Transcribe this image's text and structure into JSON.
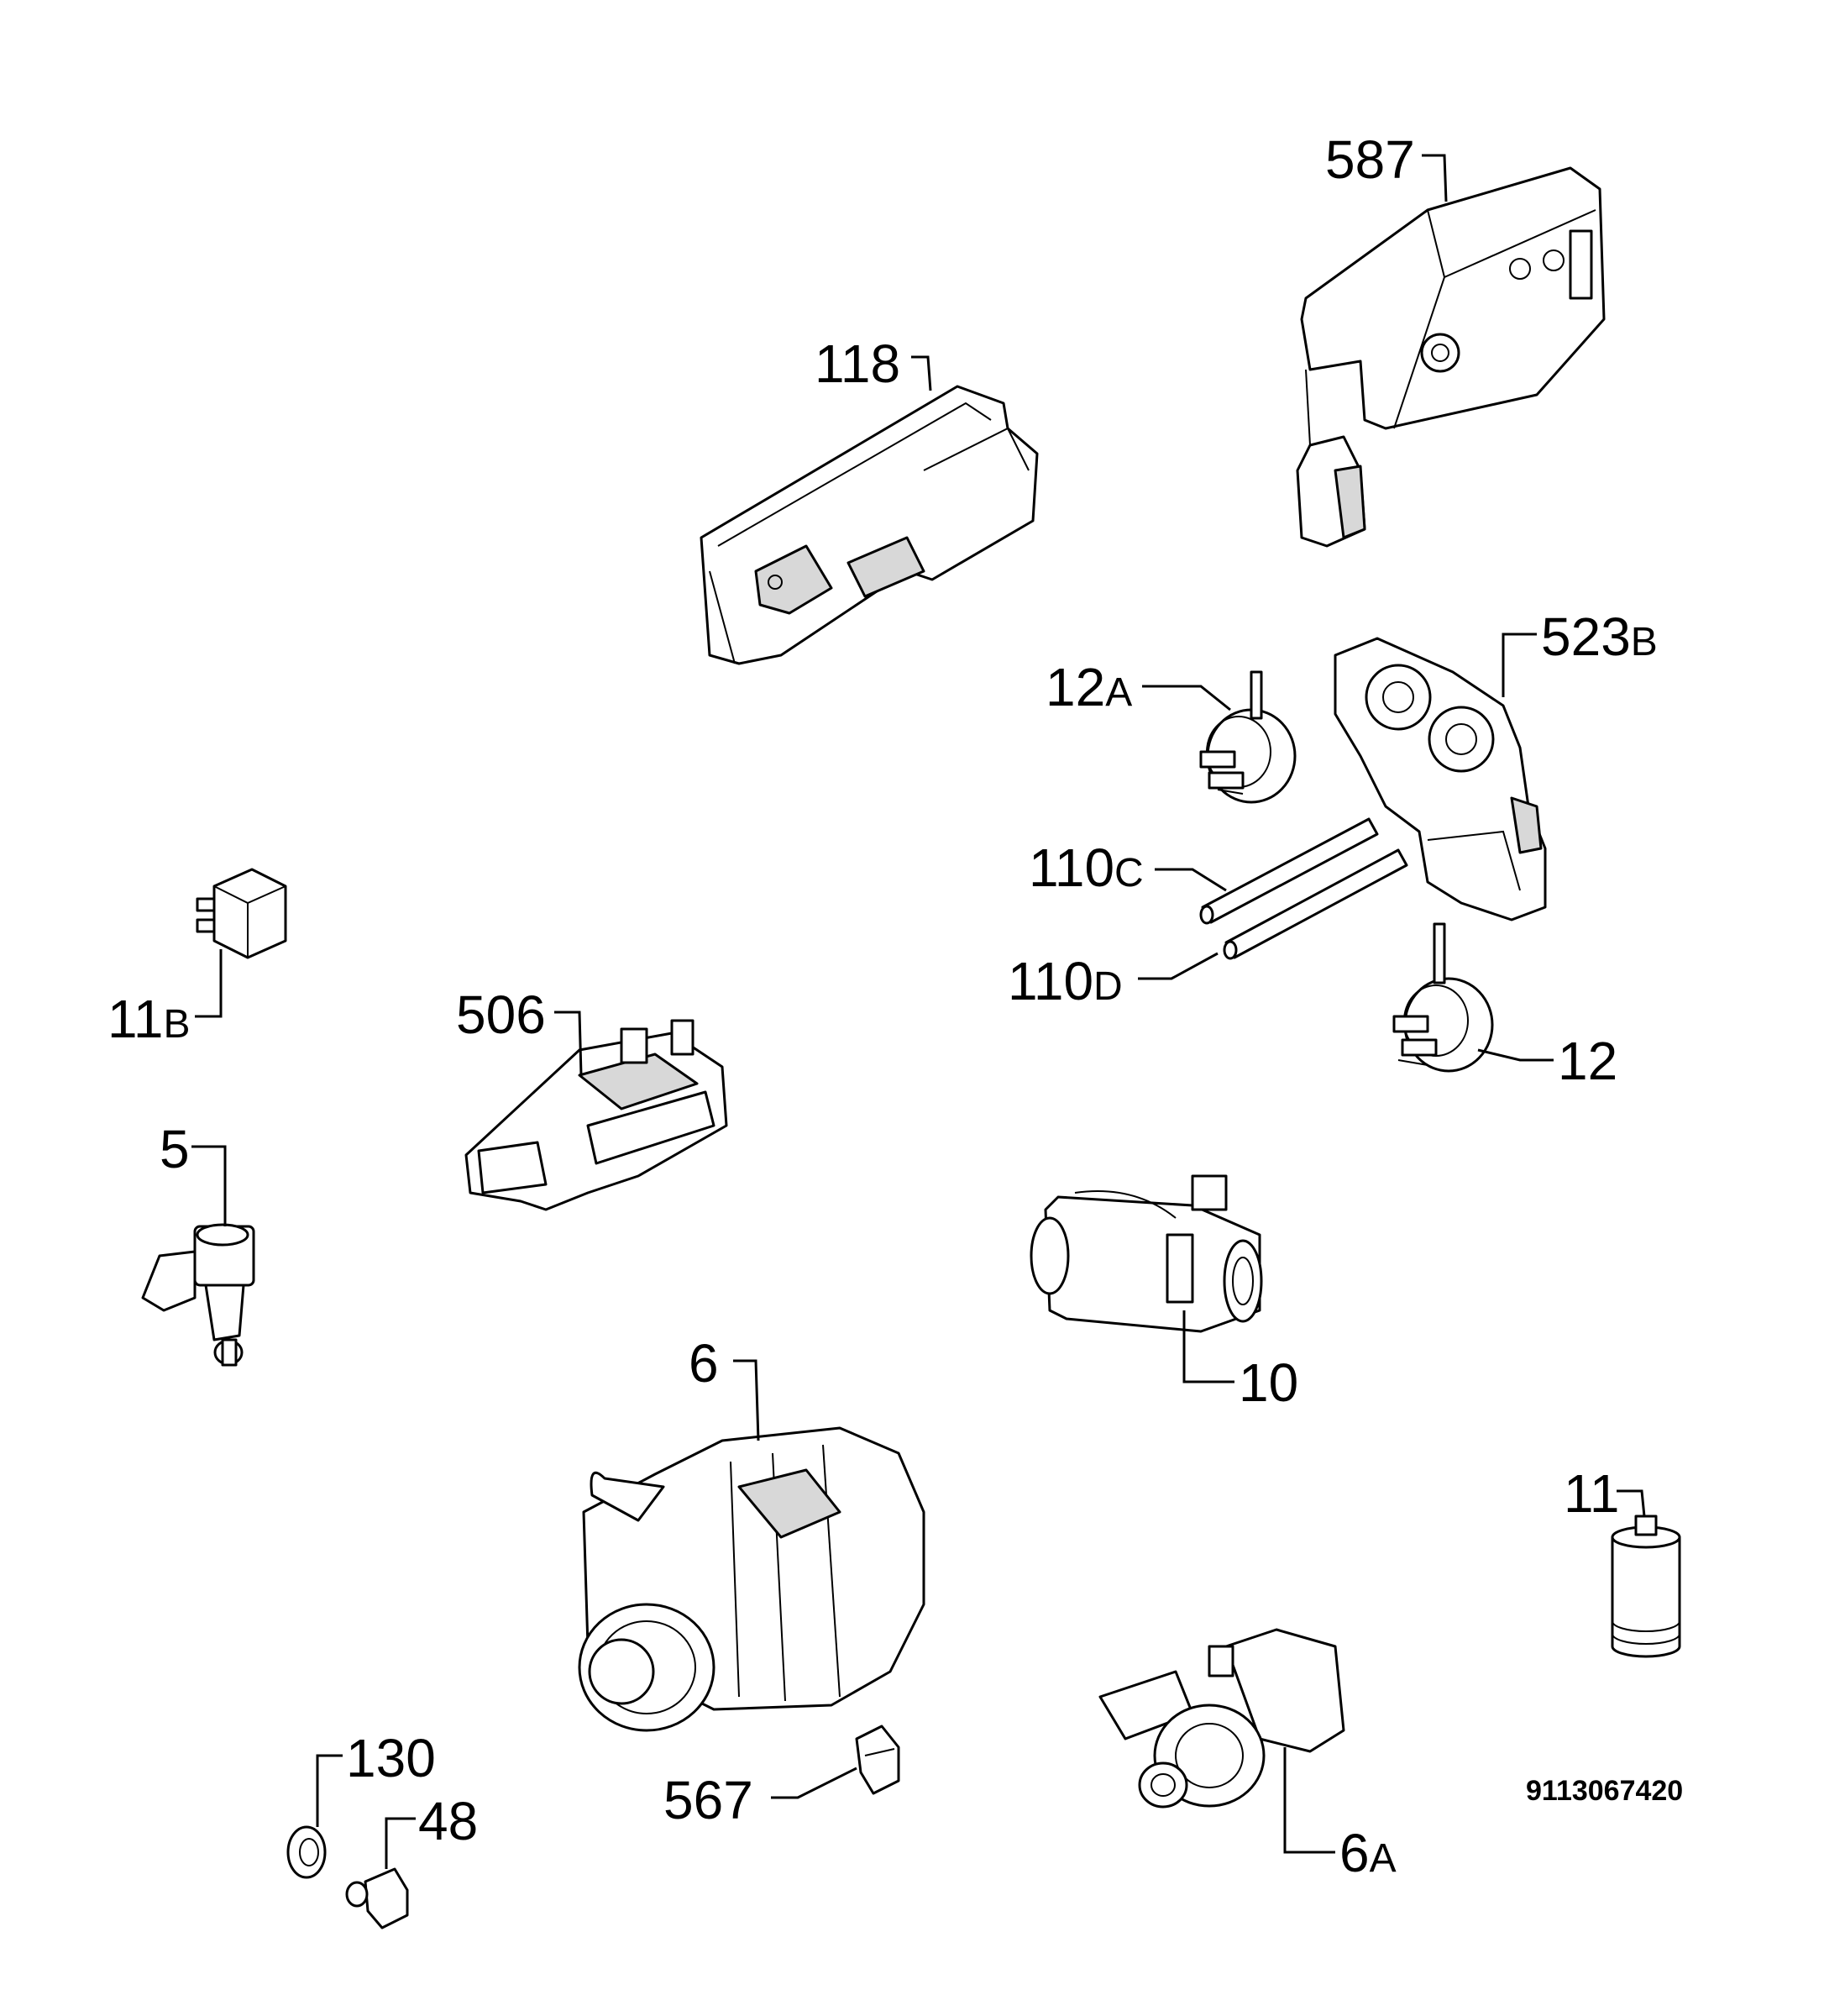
{
  "labels": {
    "p587": "587",
    "p118": "118",
    "p523": "523",
    "p523_sfx": "B",
    "p12a": "12",
    "p12a_sfx": "A",
    "p110c": "110",
    "p110c_sfx": "C",
    "p110d": "110",
    "p110d_sfx": "D",
    "p12": "12",
    "p11b": "11",
    "p11b_sfx": "B",
    "p506": "506",
    "p5": "5",
    "p10": "10",
    "p6": "6",
    "p11": "11",
    "p130": "130",
    "p48": "48",
    "p567": "567",
    "p6a": "6",
    "p6a_sfx": "A"
  },
  "drawing_code": "9113067420"
}
